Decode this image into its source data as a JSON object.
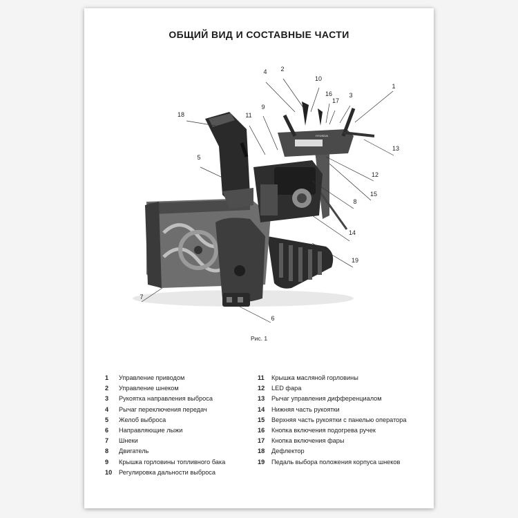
{
  "title": "ОБЩИЙ ВИД И СОСТАВНЫЕ ЧАСТИ",
  "figure": {
    "caption": "Рис. 1",
    "callouts": [
      "1",
      "2",
      "3",
      "4",
      "5",
      "6",
      "7",
      "8",
      "9",
      "10",
      "11",
      "12",
      "13",
      "14",
      "15",
      "16",
      "17",
      "18",
      "19"
    ],
    "brand_on_panel": "HYUNDAI"
  },
  "legend": {
    "left": [
      {
        "num": "1",
        "label": "Управление приводом"
      },
      {
        "num": "2",
        "label": "Управление шнеком"
      },
      {
        "num": "3",
        "label": "Рукоятка направления выброса"
      },
      {
        "num": "4",
        "label": "Рычаг переключения передач"
      },
      {
        "num": "5",
        "label": "Желоб выброса"
      },
      {
        "num": "6",
        "label": "Направляющие лыжи"
      },
      {
        "num": "7",
        "label": "Шнеки"
      },
      {
        "num": "8",
        "label": "Двигатель"
      },
      {
        "num": "9",
        "label": "Крышка горловины топливного бака"
      },
      {
        "num": "10",
        "label": "Регулировка дальности выброса"
      }
    ],
    "right": [
      {
        "num": "11",
        "label": "Крышка масляной горловины"
      },
      {
        "num": "12",
        "label": "LED фара"
      },
      {
        "num": "13",
        "label": "Рычаг управления дифференциалом"
      },
      {
        "num": "14",
        "label": "Нижняя часть рукоятки"
      },
      {
        "num": "15",
        "label": "Верхняя часть рукоятки с панелью оператора"
      },
      {
        "num": "16",
        "label": "Кнопка включения подогрева ручек"
      },
      {
        "num": "17",
        "label": "Кнопка включения фары"
      },
      {
        "num": "18",
        "label": "Дефлектор"
      },
      {
        "num": "19",
        "label": "Педаль выбора положения корпуса шнеков"
      }
    ]
  }
}
